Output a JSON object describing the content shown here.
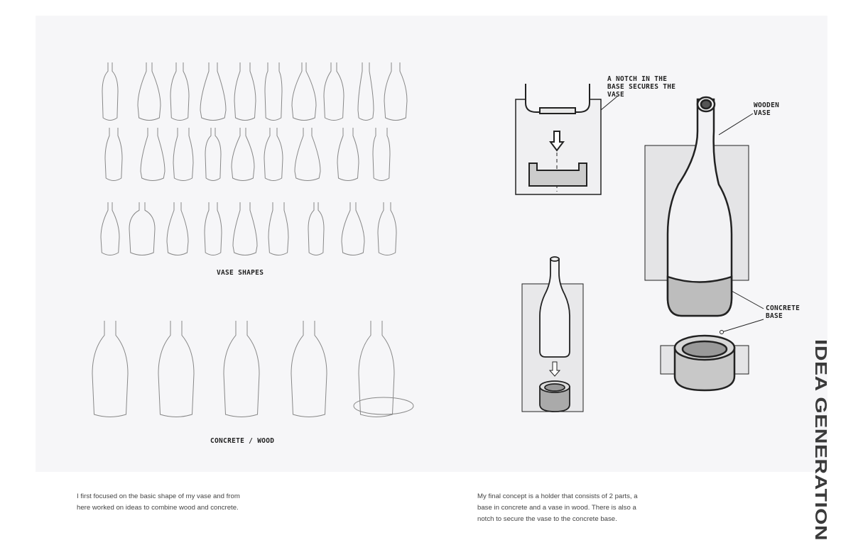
{
  "page": {
    "title": "IDEA GENERATION",
    "left_caption_shapes": "VASE SHAPES",
    "left_caption_materials": "CONCRETE / WOOD",
    "annotations": {
      "notch": "A NOTCH IN THE\nBASE SECURES THE\nVASE",
      "wooden_vase": "WOODEN\nVASE",
      "concrete_base": "CONCRETE\nBASE"
    },
    "left_text": "I first focused on the basic shape of my vase and from here worked on ideas to combine wood and concrete.",
    "right_text": "My final concept is a holder that consists of 2 parts, a base in concrete and a vase in wood. There is also a notch to secure the vase to the concrete base."
  }
}
